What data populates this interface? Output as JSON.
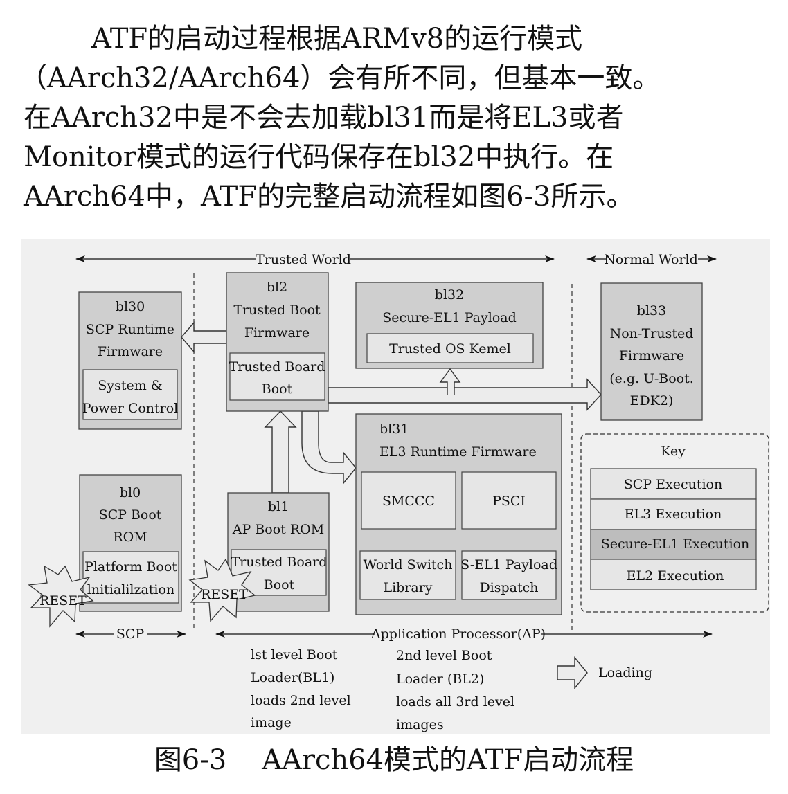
{
  "paragraph": {
    "line1": "ATF的启动过程根据ARMv8的运行模式",
    "line2": "（AArch32/AArch64）会有所不同，但基本一致。",
    "line3": "在AArch32中是不会去加载bl31而是将EL3或者",
    "line4": "Monitor模式的运行代码保存在bl32中执行。在",
    "line5": "AArch64中，ATF的完整启动流程如图6-3所示。"
  },
  "figure": {
    "worlds": {
      "trusted": "Trusted World",
      "normal": "Normal World"
    },
    "bl30": {
      "name": "bl30",
      "line1": "SCP Runtime",
      "line2": "Firmware",
      "inner1": "System &",
      "inner2": "Power Control"
    },
    "bl2": {
      "name": "bl2",
      "line1": "Trusted Boot",
      "line2": "Firmware",
      "inner1": "Trusted Board",
      "inner2": "Boot"
    },
    "bl32": {
      "name": "bl32",
      "line1": "Secure-EL1 Payload",
      "inner": "Trusted OS Kemel"
    },
    "bl33": {
      "name": "bl33",
      "line1": "Non-Trusted",
      "line2": "Firmware",
      "line3": "(e.g. U-Boot.",
      "line4": "EDK2)"
    },
    "bl31": {
      "name": "bl31",
      "line1": "EL3 Runtime Firmware",
      "smccc": "SMCCC",
      "psci": "PSCI",
      "ws1": "World Switch",
      "ws2": "Library",
      "sel1": "S-EL1 Payload",
      "sel2": "Dispatch"
    },
    "bl0": {
      "name": "bl0",
      "line1": "SCP Boot",
      "line2": "ROM",
      "inner1": "Platform Boot",
      "inner2": "lnitialilzation"
    },
    "bl1": {
      "name": "bl1",
      "line1": "AP Boot ROM",
      "inner1": "Trusted Board",
      "inner2": "Boot"
    },
    "reset": "RESET",
    "key": {
      "title": "Key",
      "items": [
        "SCP Execution",
        "EL3 Execution",
        "Secure-EL1 Execution",
        "EL2 Execution"
      ]
    },
    "bottom": {
      "scp": "SCP",
      "ap": "Application Processor(AP)"
    },
    "notes": {
      "bl1": [
        "lst level Boot",
        "Loader(BL1)",
        "loads 2nd level",
        "image"
      ],
      "bl2": [
        "2nd level Boot",
        "Loader (BL2)",
        "loads all 3rd level",
        "images"
      ],
      "loading": "Loading"
    },
    "colors": {
      "background": "#f0f0f0",
      "box": "#cfcfcf",
      "inner": "#e6e6e6",
      "secure_el1_key": "#bdbdbd",
      "stroke": "#333333"
    }
  },
  "caption": {
    "label": "图6-3",
    "title": "AArch64模式的ATF启动流程"
  }
}
